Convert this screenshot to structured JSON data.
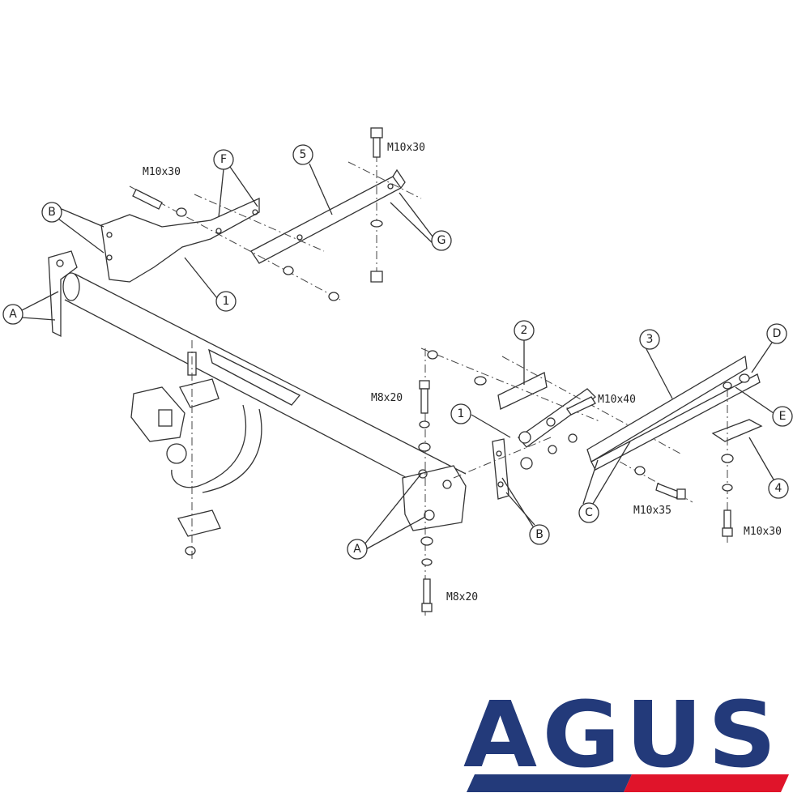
{
  "diagram": {
    "callouts": {
      "F": "F",
      "part5": "5",
      "B_left": "B",
      "G": "G",
      "part1_left": "1",
      "A_left": "A",
      "part2": "2",
      "part3": "3",
      "D": "D",
      "E": "E",
      "part1_right": "1",
      "part4": "4",
      "C": "C",
      "B_right": "B",
      "A_center": "A"
    },
    "bolt_labels": {
      "top_center": "M10x30",
      "top_left": "M10x30",
      "center_upper": "M8x20",
      "right_upper": "M10x40",
      "right_middle": "M10x35",
      "right_lower": "M10x30",
      "center_lower": "M8x20"
    }
  },
  "logo": {
    "text": "AGUS",
    "colors": {
      "navy": "#233a7a",
      "red": "#e0142a"
    }
  }
}
